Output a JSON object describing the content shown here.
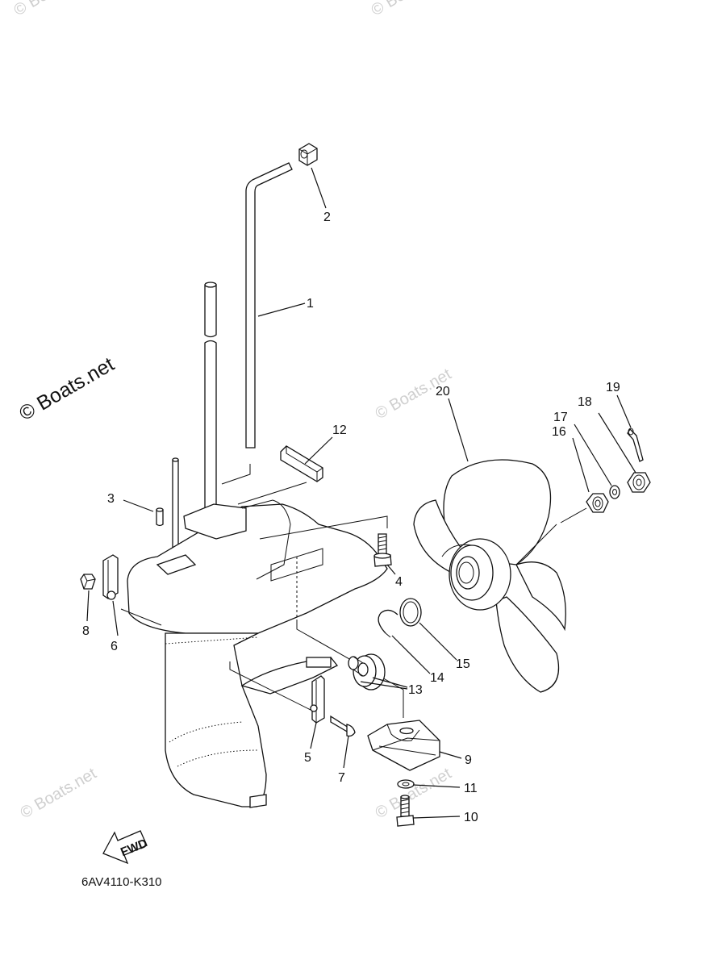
{
  "watermarks": {
    "main": "© Boats.net",
    "faint": "© Boats.net"
  },
  "callouts": [
    {
      "id": "1",
      "label": "1"
    },
    {
      "id": "2",
      "label": "2"
    },
    {
      "id": "3",
      "label": "3"
    },
    {
      "id": "4",
      "label": "4"
    },
    {
      "id": "5",
      "label": "5"
    },
    {
      "id": "6",
      "label": "6"
    },
    {
      "id": "7",
      "label": "7"
    },
    {
      "id": "8",
      "label": "8"
    },
    {
      "id": "9",
      "label": "9"
    },
    {
      "id": "10",
      "label": "10"
    },
    {
      "id": "11",
      "label": "11"
    },
    {
      "id": "12",
      "label": "12"
    },
    {
      "id": "13",
      "label": "13"
    },
    {
      "id": "14",
      "label": "14"
    },
    {
      "id": "15",
      "label": "15"
    },
    {
      "id": "16",
      "label": "16"
    },
    {
      "id": "17",
      "label": "17"
    },
    {
      "id": "18",
      "label": "18"
    },
    {
      "id": "19",
      "label": "19"
    },
    {
      "id": "20",
      "label": "20"
    }
  ],
  "fwd_label": "FWD",
  "diagram_code": "6AV4110-K310"
}
